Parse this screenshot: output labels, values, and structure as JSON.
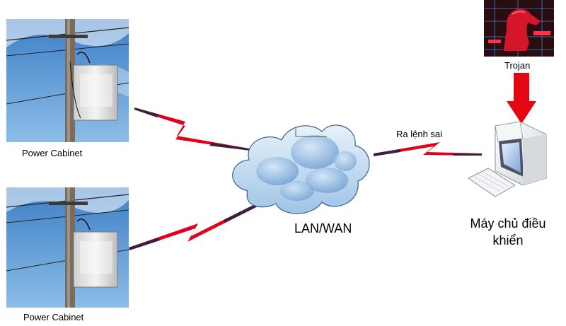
{
  "nodes": {
    "cabinet_top": {
      "label": "Power Cabinet"
    },
    "cabinet_bottom": {
      "label": "Power Cabinet"
    },
    "network": {
      "label": "LAN/WAN"
    },
    "attacker": {
      "label": "Trojan"
    },
    "server": {
      "label": "Máy chủ điều khiển"
    }
  },
  "links": {
    "server_to_network": {
      "label": "Ra lệnh sai"
    }
  },
  "colors": {
    "link_red": "#e3001b",
    "link_dark": "#3b1f3f",
    "trojan_arrow": "#e30613",
    "sky": "#5f9fd9",
    "cloud": "#bcd6ee",
    "trojan_bg": "#2a0d10"
  }
}
